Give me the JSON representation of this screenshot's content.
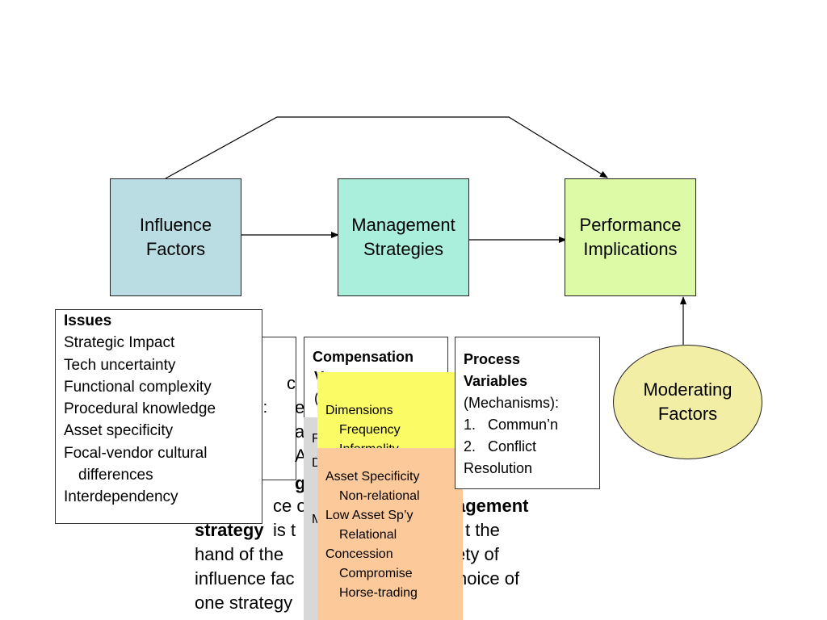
{
  "nodes": {
    "influence": "Influence\nFactors",
    "management": "Management\nStrategies",
    "performance": "Performance\nImplications",
    "moderating": "Moderating\nFactors"
  },
  "issues_panel": {
    "title": "Issues",
    "items": [
      "Strategic Impact",
      "Tech uncertainty",
      "Functional complexity",
      "Procedural knowledge",
      "Asset specificity",
      "Focal-vendor cultural",
      "differences",
      "Interdependency"
    ]
  },
  "compensation_panel": {
    "title": "Compensation"
  },
  "process_panel": {
    "title_line1": "Process",
    "title_line2": "Variables",
    "items": [
      "(Mechanisms):",
      "1.   Commun’n",
      "2.   Conflict",
      "Resolution"
    ]
  },
  "dimensions_overlay": {
    "title": "Dimensions",
    "items": [
      "Frequency",
      "Informality"
    ]
  },
  "asset_overlay": {
    "items": [
      {
        "text": "Asset Specificity",
        "indent": false
      },
      {
        "text": "Non-relational",
        "indent": true
      },
      {
        "text": "Low Asset Sp’y",
        "indent": false
      },
      {
        "text": "Relational",
        "indent": true
      },
      {
        "text": "Concession",
        "indent": false
      },
      {
        "text": "Compromise",
        "indent": true
      },
      {
        "text": "Horse-trading",
        "indent": true
      }
    ]
  },
  "background_text": {
    "line1a": "ce ou",
    "line1b": "agement",
    "line2a": "strategy",
    "line2b": " is t",
    "line2c": "t the",
    "line3a": "hand of the",
    "line3b": "ety of",
    "line4a": "influence fac",
    "line4b": "hoice of",
    "line5a": "one strategy",
    "frag_c": "c",
    "frag_s": "s):",
    "frag_e": "e",
    "frag_a": "a",
    "frag_e2": "e",
    "frag_A": "A",
    "frag_g": "g",
    "frag_V": "V",
    "frag_paren": "(",
    "frag_F": "F",
    "frag_D": "D",
    "frag_M": "M"
  },
  "colors": {
    "influence": "#b9dde2",
    "management": "#a9efdc",
    "performance": "#ddfaa6",
    "moderating": "#f3eea6",
    "dimensions": "#fbfb66",
    "asset": "#fbc99a",
    "gray": "#d8d8d8"
  }
}
